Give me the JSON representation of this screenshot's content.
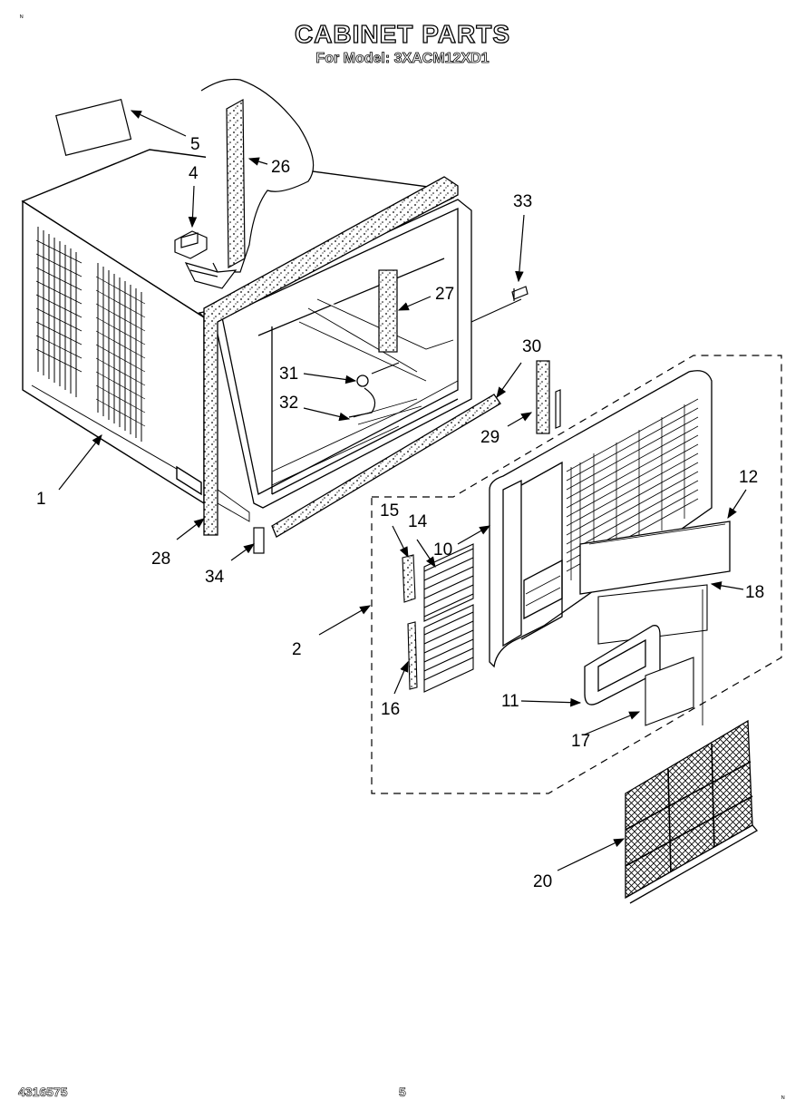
{
  "header": {
    "title": "CABINET PARTS",
    "subtitle": "For Model: 3XACM12XD1"
  },
  "footer": {
    "doc_number": "4316575",
    "page_number": "5"
  },
  "callouts": {
    "p1": "1",
    "p2": "2",
    "p4": "4",
    "p5": "5",
    "p10": "10",
    "p11": "11",
    "p12": "12",
    "p14": "14",
    "p15": "15",
    "p16": "16",
    "p17": "17",
    "p18": "18",
    "p20": "20",
    "p26": "26",
    "p27": "27",
    "p28": "28",
    "p29": "29",
    "p30": "30",
    "p31": "31",
    "p32": "32",
    "p33": "33",
    "p34": "34"
  }
}
